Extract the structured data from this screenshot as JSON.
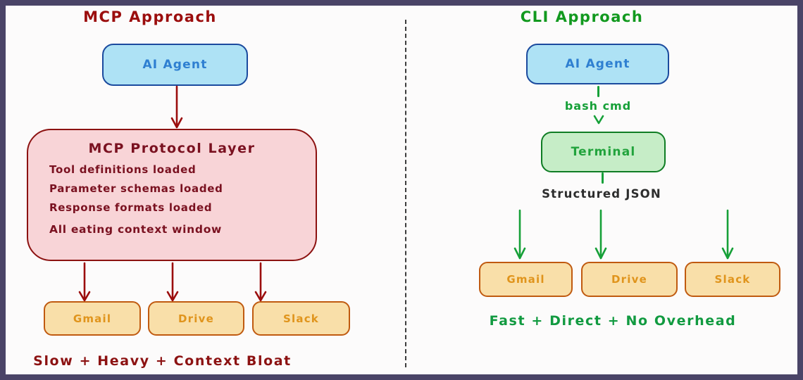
{
  "left_panel": {
    "title": "MCP Approach",
    "agent_box": {
      "label": "AI Agent"
    },
    "protocol_box": {
      "title": "MCP Protocol Layer",
      "lines": [
        "Tool definitions loaded",
        "Parameter schemas loaded",
        "Response formats loaded",
        "All eating context window"
      ]
    },
    "service_boxes": [
      {
        "label": "Gmail"
      },
      {
        "label": "Drive"
      },
      {
        "label": "Slack"
      }
    ],
    "caption": "Slow + Heavy + Context Bloat"
  },
  "right_panel": {
    "title": "CLI Approach",
    "agent_box": {
      "label": "AI Agent"
    },
    "edge_label": "bash cmd",
    "terminal_box": {
      "label": "Terminal"
    },
    "output_label": "Structured JSON",
    "service_boxes": [
      {
        "label": "Gmail"
      },
      {
        "label": "Drive"
      },
      {
        "label": "Slack"
      }
    ],
    "caption": "Fast + Direct + No Overhead"
  },
  "colors": {
    "frame": "#4a4467",
    "bg": "#fcfbfb",
    "divider": "#3c3c3c",
    "blue-fill": "#aee2f5",
    "blue-border": "#1b4a9e",
    "blue-text": "#2e7fd1",
    "pink-fill": "#f8d4d7",
    "pink-border": "#8c1211",
    "pink-text": "#7a1120",
    "green-fill": "#c6edc7",
    "green-border": "#0f7d24",
    "green-text": "#21a33c",
    "orange-fill": "#f9dfa9",
    "orange-border": "#c05a10",
    "orange-text": "#e0941c",
    "red": "#9b0d0d",
    "red-caption": "#8c1212",
    "green": "#16a038",
    "green-title": "#12991f",
    "green-caption": "#119a40",
    "json-text": "#2d2d2d"
  }
}
